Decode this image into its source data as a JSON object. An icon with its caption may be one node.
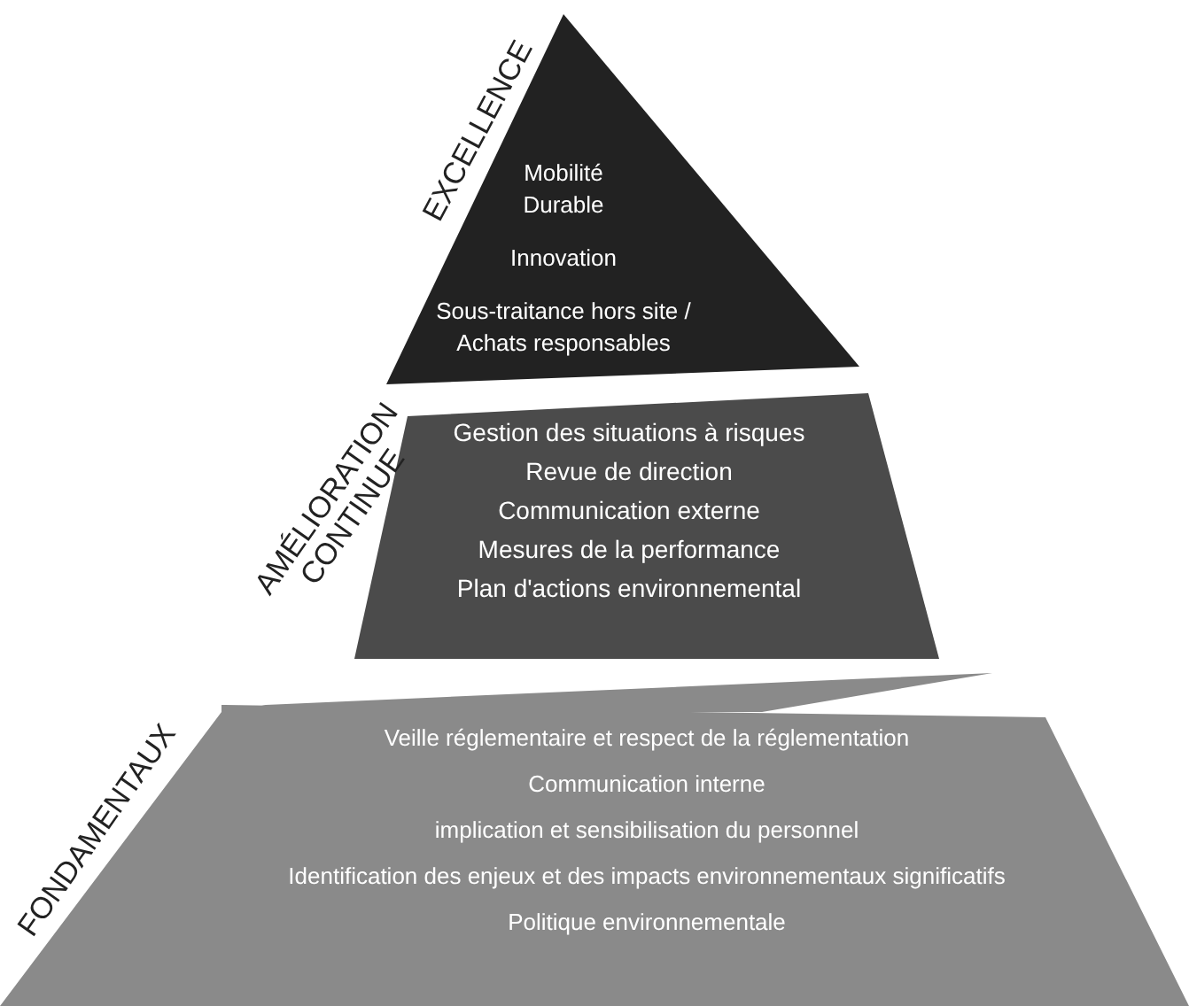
{
  "diagram": {
    "nodes": [
      {
        "text": [
          "EXCELLENCE",
          "Mobilité Durable",
          "Innovation",
          "Sous-traitance hors site / Achats responsables"
        ]
      },
      {
        "text": [
          "AMÉLIORATION CONTINUE",
          "Gestion des situations à risques",
          "Revue de direction",
          "Communication externe",
          "Mesures de la performance",
          "Plan d'actions environnemental"
        ]
      },
      {
        "text": [
          "FONDAMENTAUX",
          "Veille réglementaire et respect de la réglementation",
          "Communication interne",
          "implication et sensibilisation du personnel",
          "Identification des enjeux et des impacts environnementaux significatifs",
          "Politique environnementale"
        ]
      }
    ]
  }
}
